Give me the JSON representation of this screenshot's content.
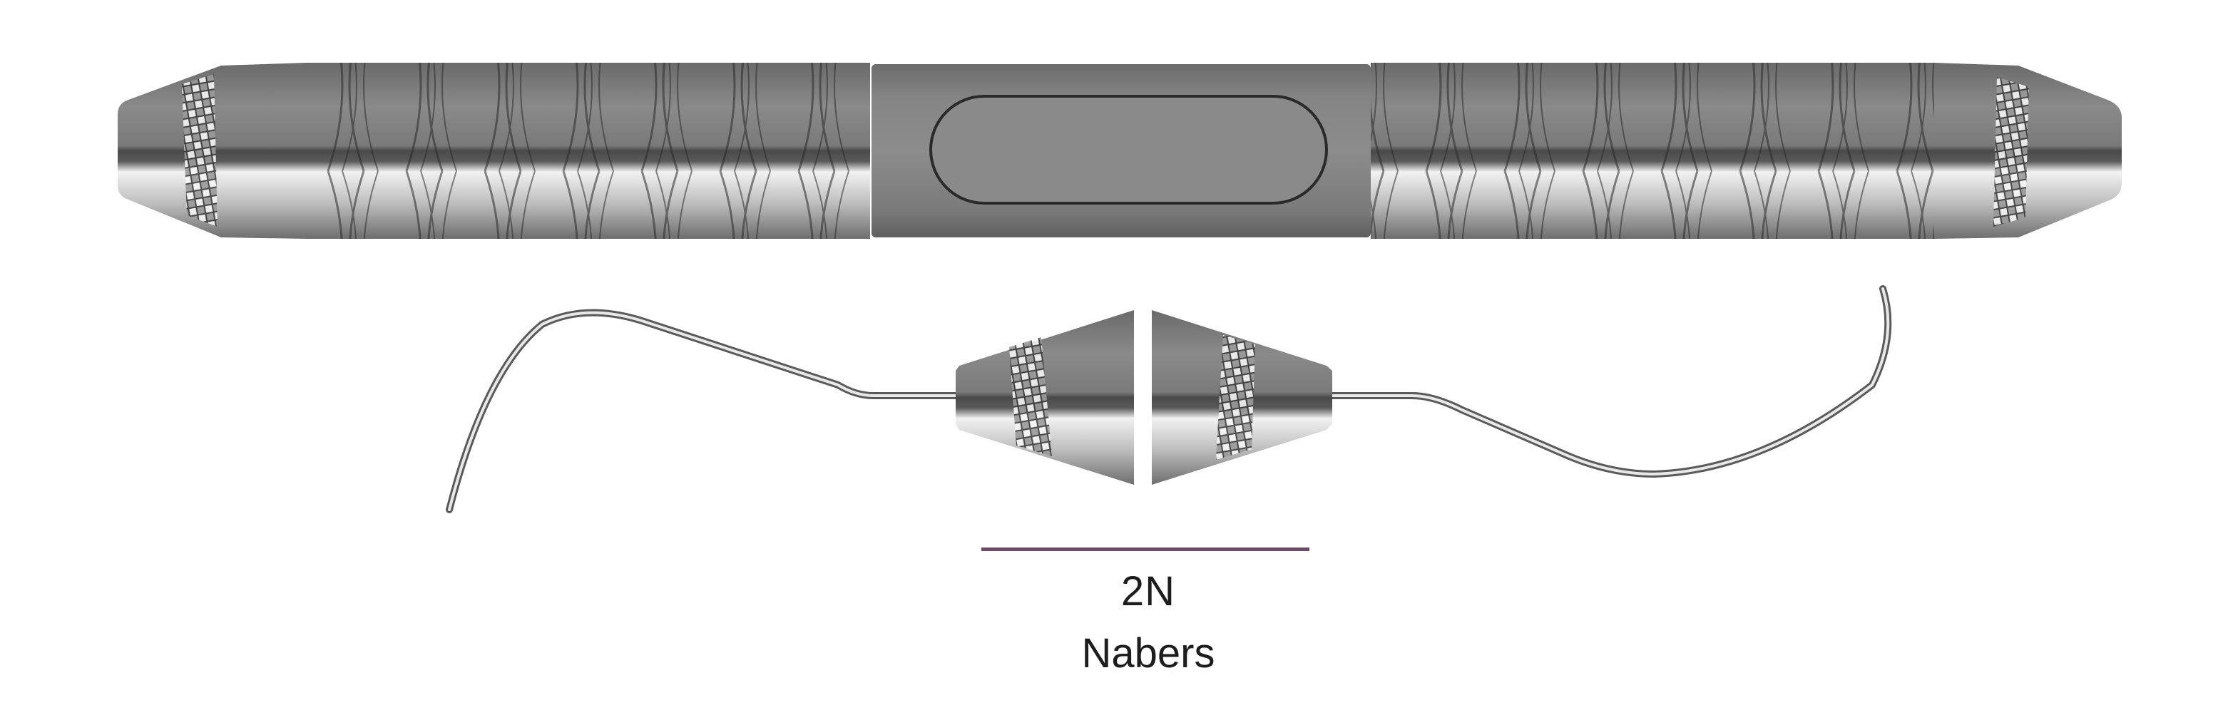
{
  "product": {
    "code": "2N",
    "name": "Nabers",
    "description": "Double-ended periodontal probe with patterned stainless handle"
  },
  "colors": {
    "divider": "#6e4a66",
    "text": "#1d1d1d",
    "handle_dark": "#5c5c5c",
    "handle_light": "#e8e8e8",
    "grip_center": "#6f6f6f"
  },
  "icons": {
    "handle": "instrument-handle-icon",
    "tip_left": "probe-tip-left-icon",
    "tip_right": "probe-tip-right-icon"
  }
}
